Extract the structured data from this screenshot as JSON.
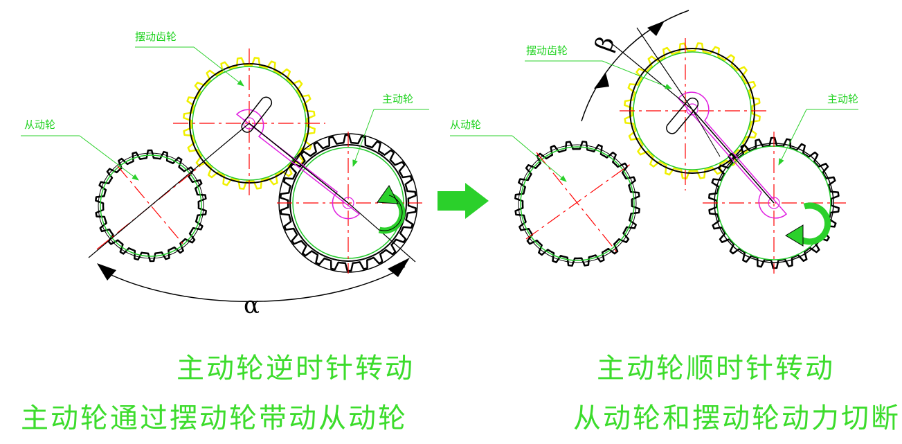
{
  "colors": {
    "gear_outline": "#000000",
    "swing_gear": "#f0f000",
    "pitch_circle": "#22c82a",
    "center_line": "#ff0000",
    "arm": "#e020e0",
    "label_text": "#1fd21f",
    "arrow": "#22c82a"
  },
  "left_panel": {
    "label_swing_gear": "摆动齿轮",
    "label_driven": "从动轮",
    "label_driver": "主动轮",
    "angle_symbol": "α",
    "caption_line1": "主动轮逆时针转动",
    "caption_line2": "主动轮通过摆动轮带动从动轮",
    "rotation": "counterclockwise"
  },
  "right_panel": {
    "label_swing_gear": "摆动齿轮",
    "label_driven": "从动轮",
    "label_driver": "主动轮",
    "angle_symbol": "β",
    "caption_line1": "主动轮顺时针转动",
    "caption_line2": "从动轮和摆动轮动力切断",
    "rotation": "clockwise"
  },
  "transition_arrow": "right-arrow-icon"
}
